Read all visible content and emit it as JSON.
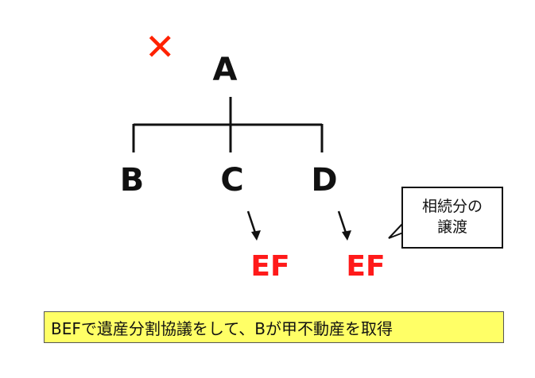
{
  "diagram": {
    "deceased_mark": "✕",
    "root": "A",
    "children": [
      "B",
      "C",
      "D"
    ],
    "heirs": [
      {
        "label": "EF"
      },
      {
        "label": "EF"
      }
    ],
    "callout": {
      "line1": "相続分の",
      "line2": "譲渡"
    },
    "note": "BEFで遺産分割協議をして、Bが甲不動産を取得",
    "colors": {
      "lines": "#111111",
      "heirs": "#ff1a1a",
      "mark": "#ff2200",
      "note_bg": "#ffff66"
    }
  }
}
